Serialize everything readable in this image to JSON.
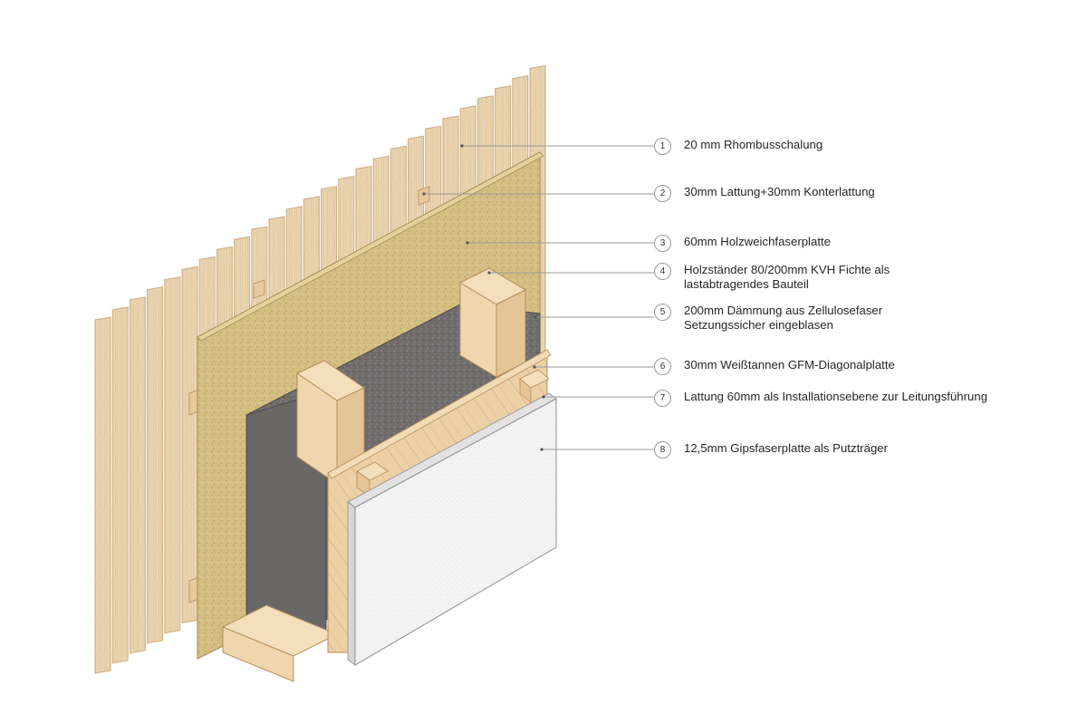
{
  "labels": [
    {
      "num": "1",
      "lines": [
        "20 mm Rhombusschalung"
      ]
    },
    {
      "num": "2",
      "lines": [
        "30mm Lattung+30mm Konterlattung"
      ]
    },
    {
      "num": "3",
      "lines": [
        "60mm Holzweichfaserplatte"
      ]
    },
    {
      "num": "4",
      "lines": [
        "Holzständer 80/200mm KVH Fichte als",
        "lastabtragendes Bauteil"
      ]
    },
    {
      "num": "5",
      "lines": [
        "200mm Dämmung aus Zellulosefaser",
        "Setzungssicher eingeblasen"
      ]
    },
    {
      "num": "6",
      "lines": [
        "30mm Weißtannen GFM-Diagonalplatte"
      ]
    },
    {
      "num": "7",
      "lines": [
        "Lattung 60mm als Installationsebene zur Leitungsführung"
      ]
    },
    {
      "num": "8",
      "lines": [
        "12,5mm Gipsfaserplatte als Putzträger"
      ]
    }
  ],
  "colors": {
    "cladding": "#e9d2ae",
    "cladding_edge": "#c9a77c",
    "fiberboard": "#d2bc7e",
    "stud": "#efd6ad",
    "insulation": "#6e6b6b",
    "diagonal_board": "#ecd0a6",
    "gypsum": "#f4f4f4",
    "leader": "#9a9a9a"
  }
}
